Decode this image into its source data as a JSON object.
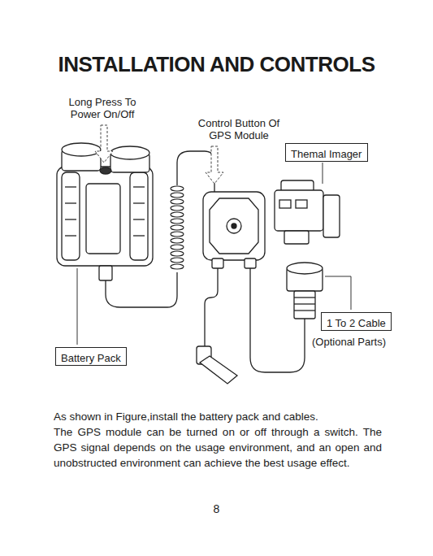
{
  "diagram": {
    "title": "INSTALLATION AND CONTROLS",
    "nodes": [
      {
        "text": [
          "Themal Imager"
        ]
      },
      {
        "text": [
          "1 To 2 Cable"
        ]
      },
      {
        "text": [
          "Battery Pack"
        ]
      }
    ],
    "labels": [
      "Long Press To Power On/Off",
      "Control Button Of GPS Module",
      "(Optional Parts)",
      "As shown in Figure,install the battery pack and cables.",
      "The GPS module can be turned on or off through a switch. The GPS signal depends on the usage environment, and an open and unobstructed environment can achieve the best usage effect.",
      "8"
    ]
  }
}
